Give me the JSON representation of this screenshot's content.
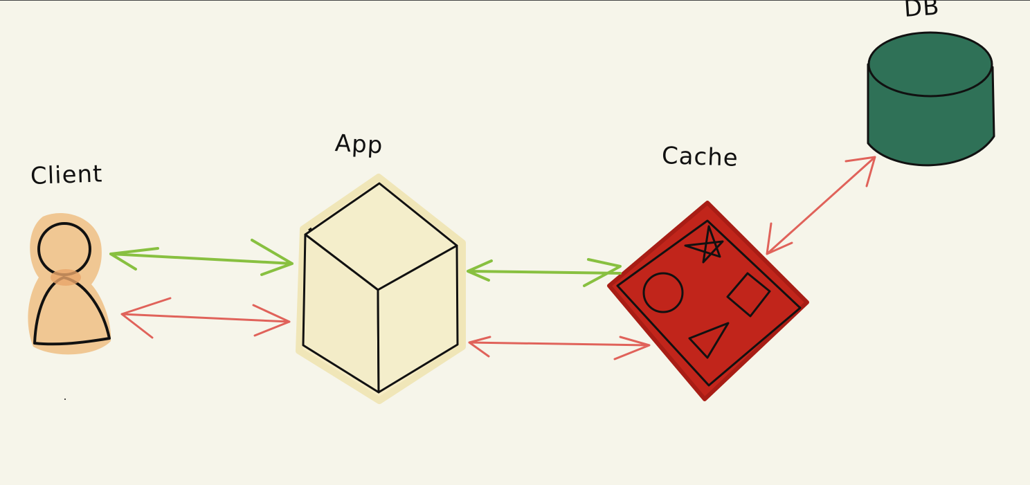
{
  "nodes": {
    "client": {
      "label": "Client",
      "fill": "#efc48e",
      "stroke": "#111111"
    },
    "app": {
      "label": "App",
      "fill": "#f4eecb",
      "stroke": "#111111"
    },
    "cache": {
      "label": "Cache",
      "fill": "#c1251b",
      "stroke": "#111111"
    },
    "db": {
      "label": "DB",
      "fill": "#2f7157",
      "stroke": "#111111"
    }
  },
  "colors": {
    "background": "#f6f5ea",
    "request_arrow": "#88c040",
    "response_arrow": "#e0625a"
  }
}
